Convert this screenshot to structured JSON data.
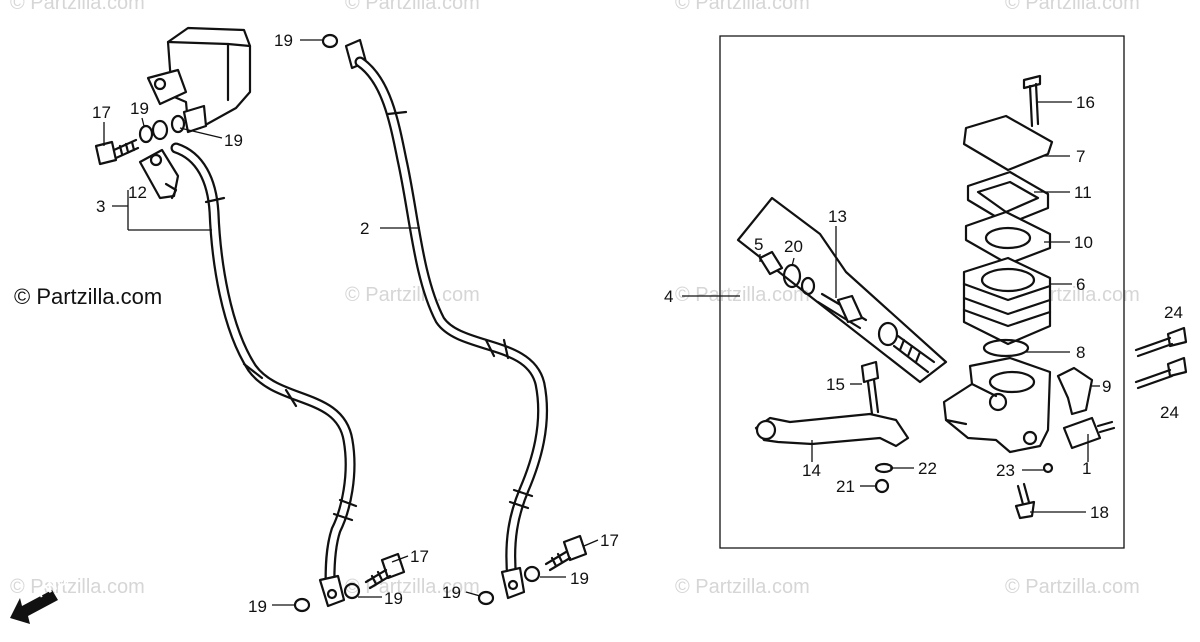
{
  "watermark_text": "© Partzilla.com",
  "callouts": {
    "c1": "1",
    "c2": "2",
    "c3": "3",
    "c4": "4",
    "c5": "5",
    "c6": "6",
    "c7": "7",
    "c8": "8",
    "c9": "9",
    "c10": "10",
    "c11": "11",
    "c12": "12",
    "c13": "13",
    "c14": "14",
    "c15": "15",
    "c16": "16",
    "c17": "17",
    "c18": "18",
    "c19": "19",
    "c20": "20",
    "c21": "21",
    "c22": "22",
    "c23": "23",
    "c24": "24"
  },
  "direction_label": "FWD"
}
